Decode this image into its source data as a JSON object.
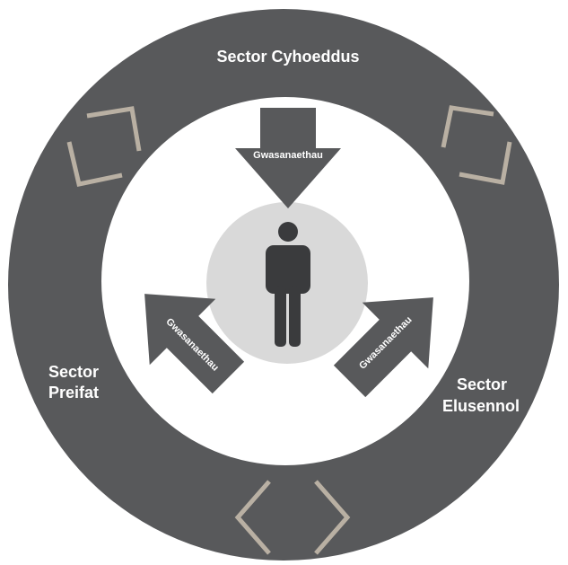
{
  "diagram": {
    "colors": {
      "ring": "#58595b",
      "inner": "#ffffff",
      "center_disc": "#d9d9d9",
      "arrow": "#58595b",
      "person": "#3a3b3d",
      "bracket": "#b9b0a3",
      "text": "#ffffff"
    },
    "sectors": {
      "top": "Sector Cyhoeddus",
      "left_line1": "Sector",
      "left_line2": "Preifat",
      "right_line1": "Sector",
      "right_line2": "Elusennol"
    },
    "arrows": {
      "top_label": "Gwasanaethau",
      "left_label": "Gwasanaethau",
      "right_label": "Gwasanaethau"
    },
    "icons": [
      "person-icon",
      "bracket-icon"
    ]
  }
}
